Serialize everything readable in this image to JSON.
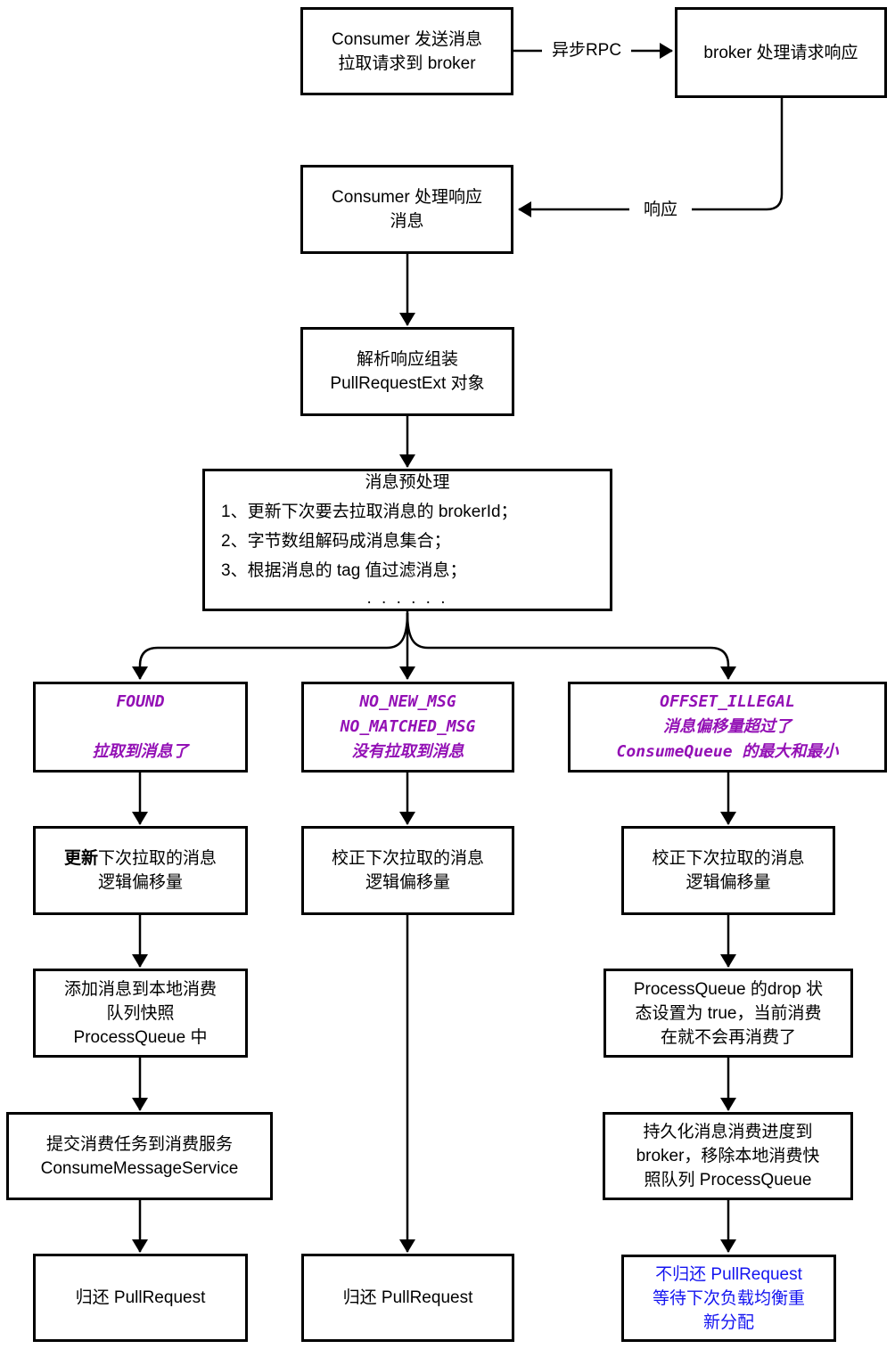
{
  "colors": {
    "status_text": "#9310B5",
    "highlight_text": "#1414F0",
    "line": "#000000",
    "node_background": "#ffffff"
  },
  "edges": {
    "async_rpc_label": "异步RPC",
    "response_label": "响应"
  },
  "nodes": {
    "send_request": {
      "text": "Consumer 发送消息\n拉取请求到 broker"
    },
    "broker_process": {
      "text": "broker 处理请求响应"
    },
    "consumer_handle": {
      "text": "Consumer 处理响应\n消息"
    },
    "parse_response": {
      "text": "解析响应组装\nPullRequestExt 对象"
    },
    "preprocess": {
      "title": "消息预处理",
      "items": [
        "1、更新下次要去拉取消息的 brokerId；",
        "2、字节数组解码成消息集合；",
        "3、根据消息的 tag 值过滤消息；"
      ],
      "ellipsis": ". . . . . ."
    },
    "found": {
      "text": "FOUND\n\n拉取到消息了"
    },
    "no_msg": {
      "text": "NO_NEW_MSG\nNO_MATCHED_MSG\n没有拉取到消息"
    },
    "offset_illegal": {
      "text": "OFFSET_ILLEGAL\n消息偏移量超过了\nConsumeQueue  的最大和最小"
    },
    "update_offset": {
      "bold_prefix": "更新",
      "rest": "下次拉取的消息\n逻辑偏移量"
    },
    "fix_offset_mid": {
      "text": "校正下次拉取的消息\n逻辑偏移量"
    },
    "fix_offset_right": {
      "text": "校正下次拉取的消息\n逻辑偏移量"
    },
    "add_to_local_queue": {
      "text": "添加消息到本地消费\n队列快照\nProcessQueue 中"
    },
    "drop_process_queue": {
      "text": "ProcessQueue 的drop 状\n态设置为 true，当前消费\n在就不会再消费了"
    },
    "submit_consume_task": {
      "text": "提交消费任务到消费服务\nConsumeMessageService"
    },
    "persist_offset": {
      "text": "持久化消息消费进度到\nbroker，移除本地消费快\n照队列 ProcessQueue"
    },
    "return_pullrequest_left": {
      "text": "归还 PullRequest"
    },
    "return_pullrequest_mid": {
      "text": "归还 PullRequest"
    },
    "no_return_pullrequest": {
      "text": "不归还 PullRequest\n等待下次负载均衡重\n新分配"
    }
  }
}
